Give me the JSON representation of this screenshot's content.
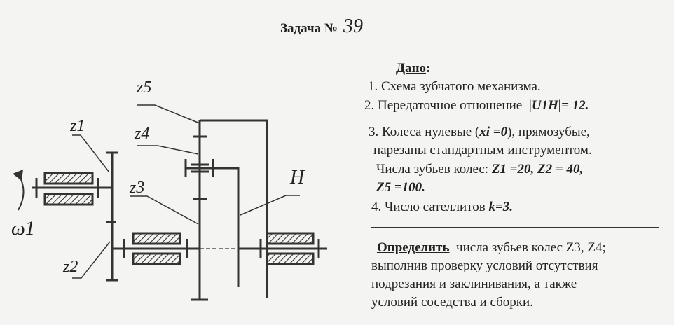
{
  "title": {
    "label": "Задача №",
    "number": "39"
  },
  "given": {
    "heading": "Дано",
    "items": [
      "1. Схема зубчатого механизма.",
      "2. Передаточное отношение",
      "3. Колеса нулевые (",
      "), прямозубые,",
      "нарезаны стандартным инструментом.",
      "Числа зубьев колес:",
      "4. Число сателлитов"
    ],
    "ratio": "|U1H|= 12.",
    "xi": "xi =0",
    "z_values": "Z1 =20, Z2 = 40,",
    "z5_value": "Z5 =100.",
    "k_value": "k=3."
  },
  "determine": {
    "heading": "Определить",
    "text1": "числа зубьев колес Z3, Z4;",
    "text2": "выполнив  проверку условий отсутствия",
    "text3": "подрезания и заклинивания, а также",
    "text4": "условий  соседства и сборки."
  },
  "diagram": {
    "labels": {
      "z1": "z1",
      "z2": "z2",
      "z3": "z3",
      "z4": "z4",
      "z5": "z5",
      "H": "H",
      "omega": "ω1"
    }
  }
}
